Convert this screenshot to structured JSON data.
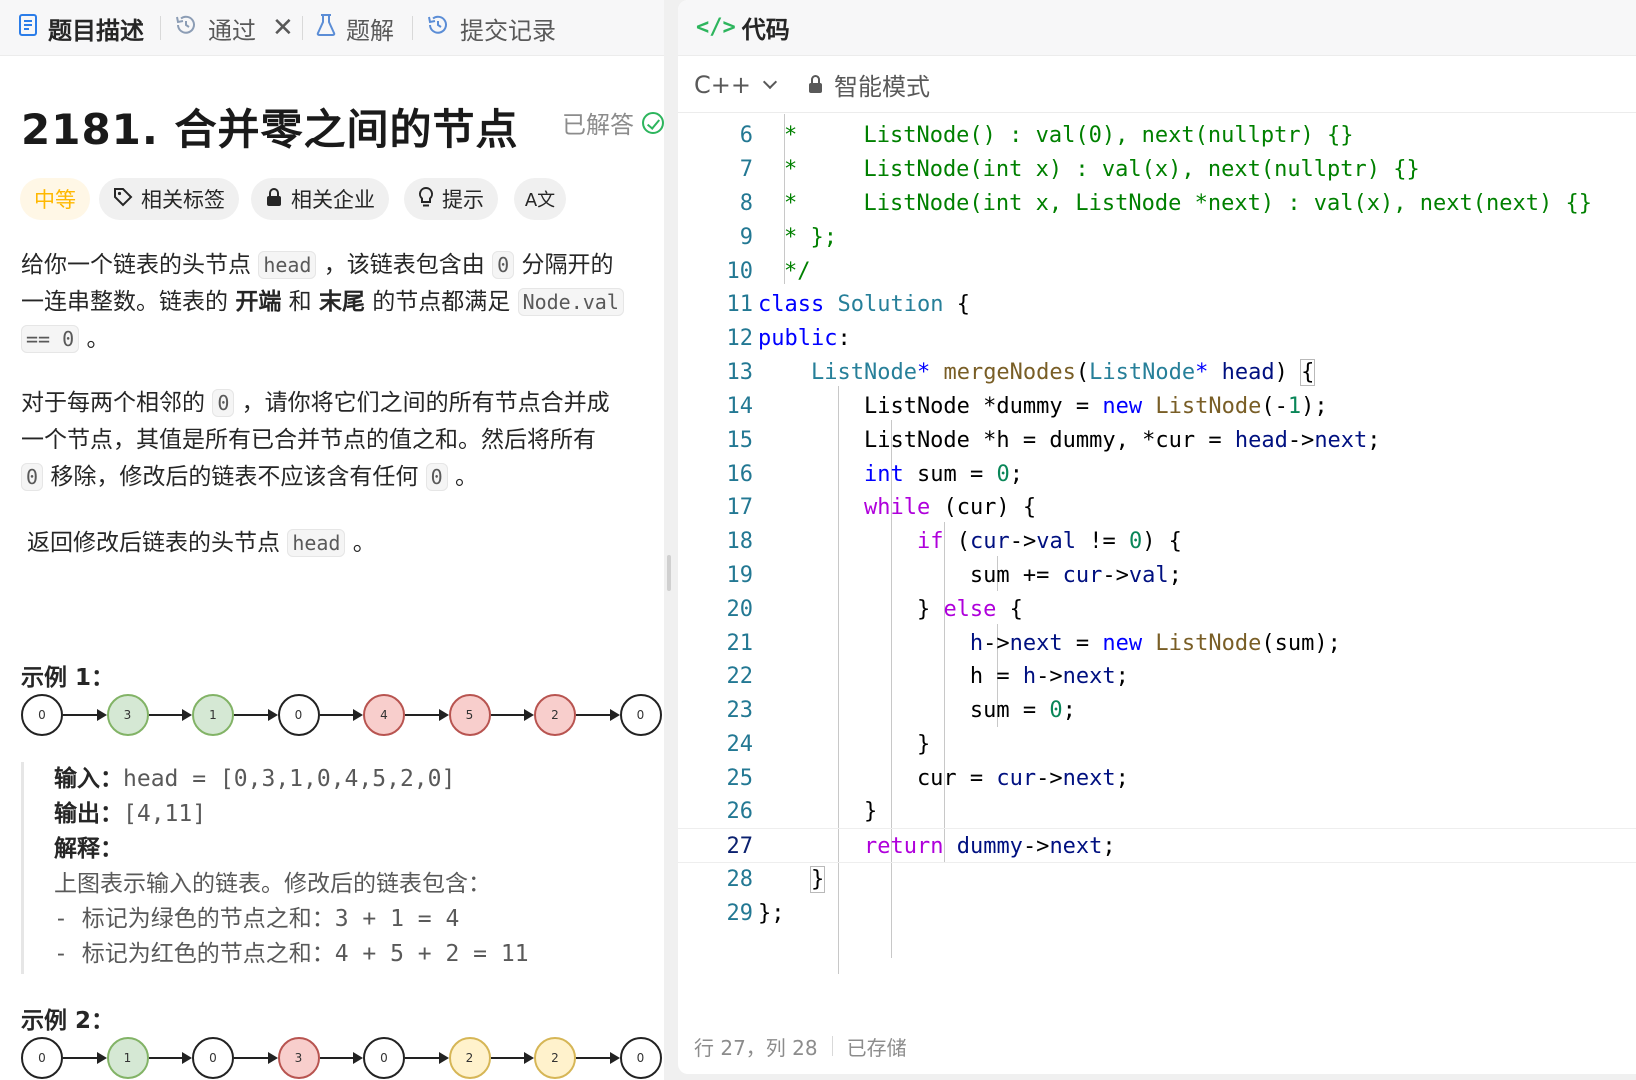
{
  "left_tabs": [
    {
      "label": "题目描述",
      "icon": "description-icon"
    },
    {
      "label": "通过",
      "icon": "history-icon"
    },
    {
      "label": "题解",
      "icon": "flask-icon"
    },
    {
      "label": "提交记录",
      "icon": "history-icon"
    }
  ],
  "problem": {
    "title": "2181. 合并零之间的节点",
    "status": "已解答",
    "tags": {
      "difficulty": "中等",
      "related_tags": "相关标签",
      "related_companies": "相关企业",
      "hint": "提示",
      "translate": "A文"
    },
    "desc1": {
      "t1": "给你一个链表的头节点 ",
      "c1": "head",
      "t2": " ，该链表包含由 ",
      "c2": "0",
      "t3": " 分隔开的",
      "t4": "一连串整数。链表的 ",
      "b1": "开端",
      "t5": " 和 ",
      "b2": "末尾",
      "t6": " 的节点都满足 ",
      "c3": "Node.val",
      "c4": "== 0",
      "t7": " 。"
    },
    "desc2": {
      "t1": "对于每两个相邻的 ",
      "c1": "0",
      "t2": " ，请你将它们之间的所有节点合并成",
      "t3": "一个节点，其值是所有已合并节点的值之和。然后将所有",
      "c2": "0",
      "t4": " 移除，修改后的链表不应该含有任何 ",
      "c3": "0",
      "t5": " 。"
    },
    "desc3": {
      "t1": "返回修改后链表的头节点 ",
      "c1": "head",
      "t2": " 。"
    },
    "example1": {
      "title": "示例 1：",
      "nodes": [
        "0",
        "3",
        "1",
        "0",
        "4",
        "5",
        "2",
        "0"
      ],
      "input_label": "输入：",
      "input_value": "head = [0,3,1,0,4,5,2,0]",
      "output_label": "输出：",
      "output_value": "[4,11]",
      "explain_label": "解释：",
      "explain_lines": [
        "上图表示输入的链表。修改后的链表包含：",
        "- 标记为绿色的节点之和：3 + 1 = 4",
        "- 标记为红色的节点之和：4 + 5 + 2 = 11"
      ]
    },
    "example2": {
      "title": "示例 2：",
      "nodes": [
        "0",
        "1",
        "0",
        "3",
        "0",
        "2",
        "2",
        "0"
      ]
    }
  },
  "editor": {
    "header_title": "代码",
    "language": "C++",
    "mode": "智能模式",
    "status_position": "行 27，列 28",
    "status_saved": "已存储",
    "line_numbers": [
      "6",
      "7",
      "8",
      "9",
      "10",
      "11",
      "12",
      "13",
      "14",
      "15",
      "16",
      "17",
      "18",
      "19",
      "20",
      "21",
      "22",
      "23",
      "24",
      "25",
      "26",
      "27",
      "28",
      "29"
    ]
  },
  "colors": {
    "green_node": "#d5e8d4",
    "red_node": "#f8cecc",
    "yellow_node": "#fff2cc",
    "difficulty": "#ffb800",
    "accent": "#2db55d"
  }
}
